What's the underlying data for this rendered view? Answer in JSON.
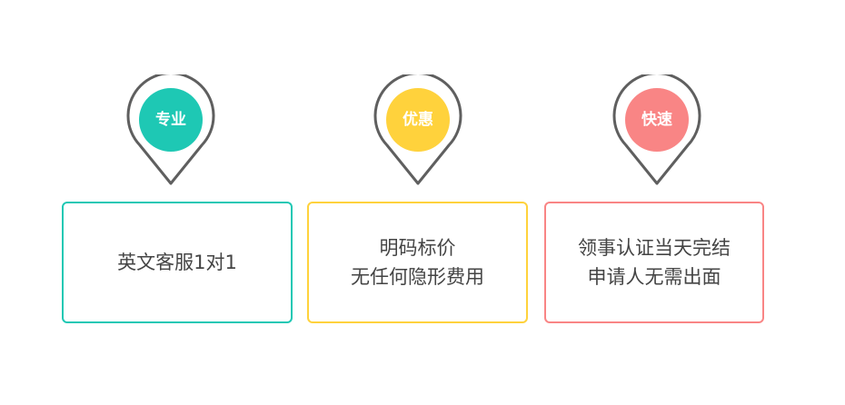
{
  "colors": {
    "teal": "#1ec8b4",
    "yellow": "#ffd23c",
    "coral": "#f98585",
    "pin_outline": "#5f5f5f",
    "text": "#444444"
  },
  "features": [
    {
      "badge": "专业",
      "badge_icon": "map-pin-icon",
      "color": "#1ec8b4",
      "lines": [
        "英文客服1对1"
      ]
    },
    {
      "badge": "优惠",
      "badge_icon": "map-pin-icon",
      "color": "#ffd23c",
      "lines": [
        "明码标价",
        "无任何隐形费用"
      ]
    },
    {
      "badge": "快速",
      "badge_icon": "map-pin-icon",
      "color": "#f98585",
      "lines": [
        "领事认证当天完结",
        "申请人无需出面"
      ]
    }
  ]
}
